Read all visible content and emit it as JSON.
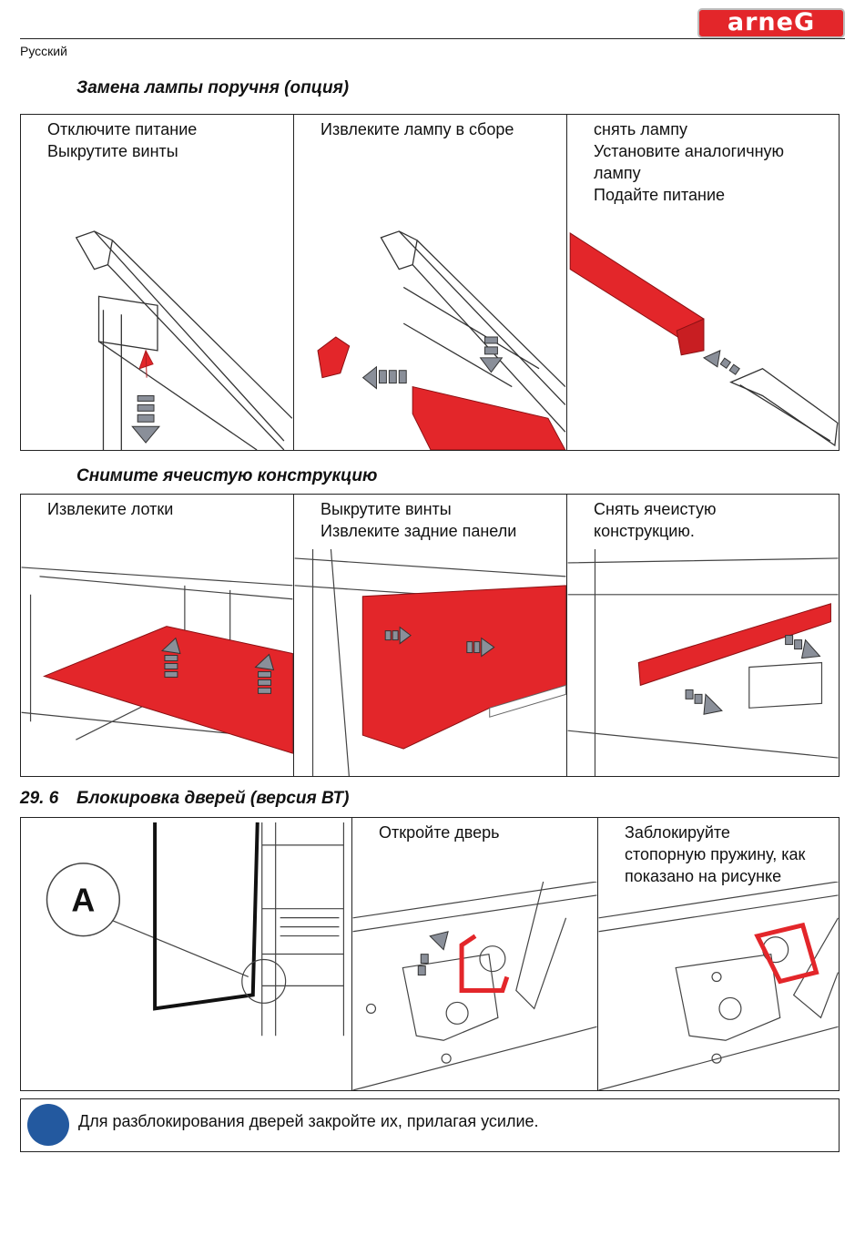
{
  "header": {
    "brand": "arneG",
    "language": "Русский"
  },
  "section1": {
    "title": "Замена лампы поручня (опция)",
    "cells": [
      {
        "lines": [
          "Отключите питание",
          "Выкрутите винты"
        ]
      },
      {
        "lines": [
          "Извлеките лампу в сборе"
        ]
      },
      {
        "lines": [
          "снять лампу",
          "Установите аналогичную",
          "лампу",
          "Подайте питание"
        ]
      }
    ]
  },
  "section2": {
    "title": "Снимите ячеистую конструкцию",
    "cells": [
      {
        "lines": [
          "Извлеките лотки"
        ]
      },
      {
        "lines": [
          "Выкрутите винты",
          "Извлеките задние панели"
        ]
      },
      {
        "lines": [
          "Снять ячеистую",
          "конструкцию."
        ]
      }
    ]
  },
  "section3": {
    "number": "29. 6",
    "title": "Блокировка дверей (версия ВТ)",
    "callout_letter": "A",
    "cells": [
      {
        "lines": [
          "Откройте дверь"
        ]
      },
      {
        "lines": [
          "Заблокируйте",
          "стопорную пружину, как",
          "показано на рисунке"
        ]
      }
    ]
  },
  "note": {
    "text": "Для разблокирования дверей закройте их, прилагая усилие."
  },
  "colors": {
    "accent_red": "#e3262a",
    "info_blue": "#23599f",
    "arrow_grey": "#8a8f99"
  }
}
